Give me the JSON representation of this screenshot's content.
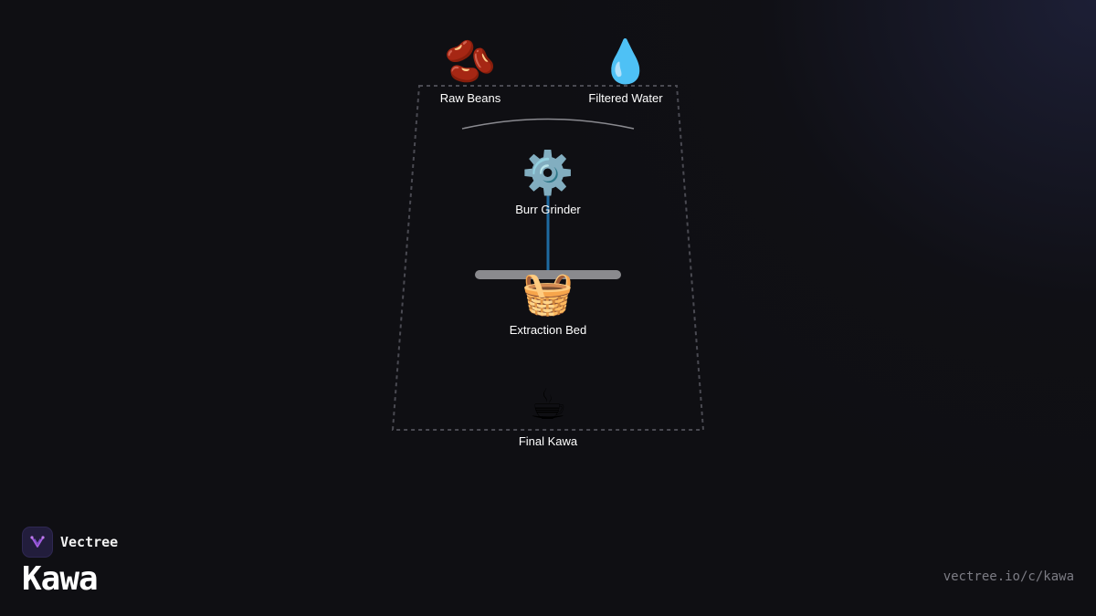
{
  "diagram": {
    "nodes": [
      {
        "id": "raw-beans",
        "icon": "🫘",
        "icon_name": "beans-icon",
        "label": "Raw Beans"
      },
      {
        "id": "filtered-water",
        "icon": "💧",
        "icon_name": "water-drop-icon",
        "label": "Filtered Water"
      },
      {
        "id": "burr-grinder",
        "icon": "⚙️",
        "icon_name": "gear-icon",
        "label": "Burr Grinder"
      },
      {
        "id": "extraction-bed",
        "icon": "🧺",
        "icon_name": "basket-icon",
        "label": "Extraction Bed"
      },
      {
        "id": "final-kawa",
        "icon": "☕",
        "icon_name": "coffee-cup-icon",
        "label": "Final Kawa"
      }
    ],
    "colors": {
      "frame": "#4a4a52",
      "arc": "#8a8a90",
      "connector": "#1e6aa0",
      "bar": "#8a8a8e"
    }
  },
  "brand": {
    "name": "Vectree",
    "logo_icon": "vectree-logo-icon",
    "title": "Kawa",
    "url": "vectree.io/c/kawa"
  }
}
